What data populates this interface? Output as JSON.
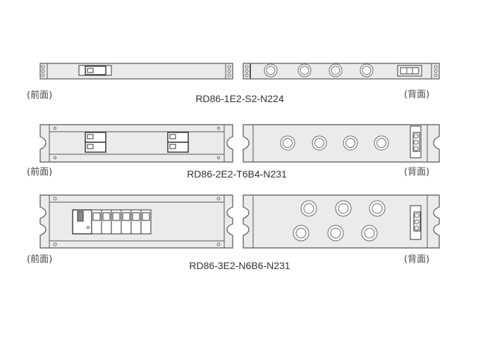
{
  "rows": [
    {
      "model": "RD86-1E2-S2-N224",
      "front_label": "(前面)",
      "rear_label": "(背面)",
      "rear_outlets": 4,
      "front_breakers": 1
    },
    {
      "model": "RD86-2E2-T6B4-N231",
      "front_label": "(前面)",
      "rear_label": "(背面)",
      "rear_outlets": 4,
      "front_breakers": 4
    },
    {
      "model": "RD86-3E2-N6B6-N231",
      "front_label": "(前面)",
      "rear_label": "(背面)",
      "rear_outlets": 6,
      "front_breakers": 7
    }
  ]
}
